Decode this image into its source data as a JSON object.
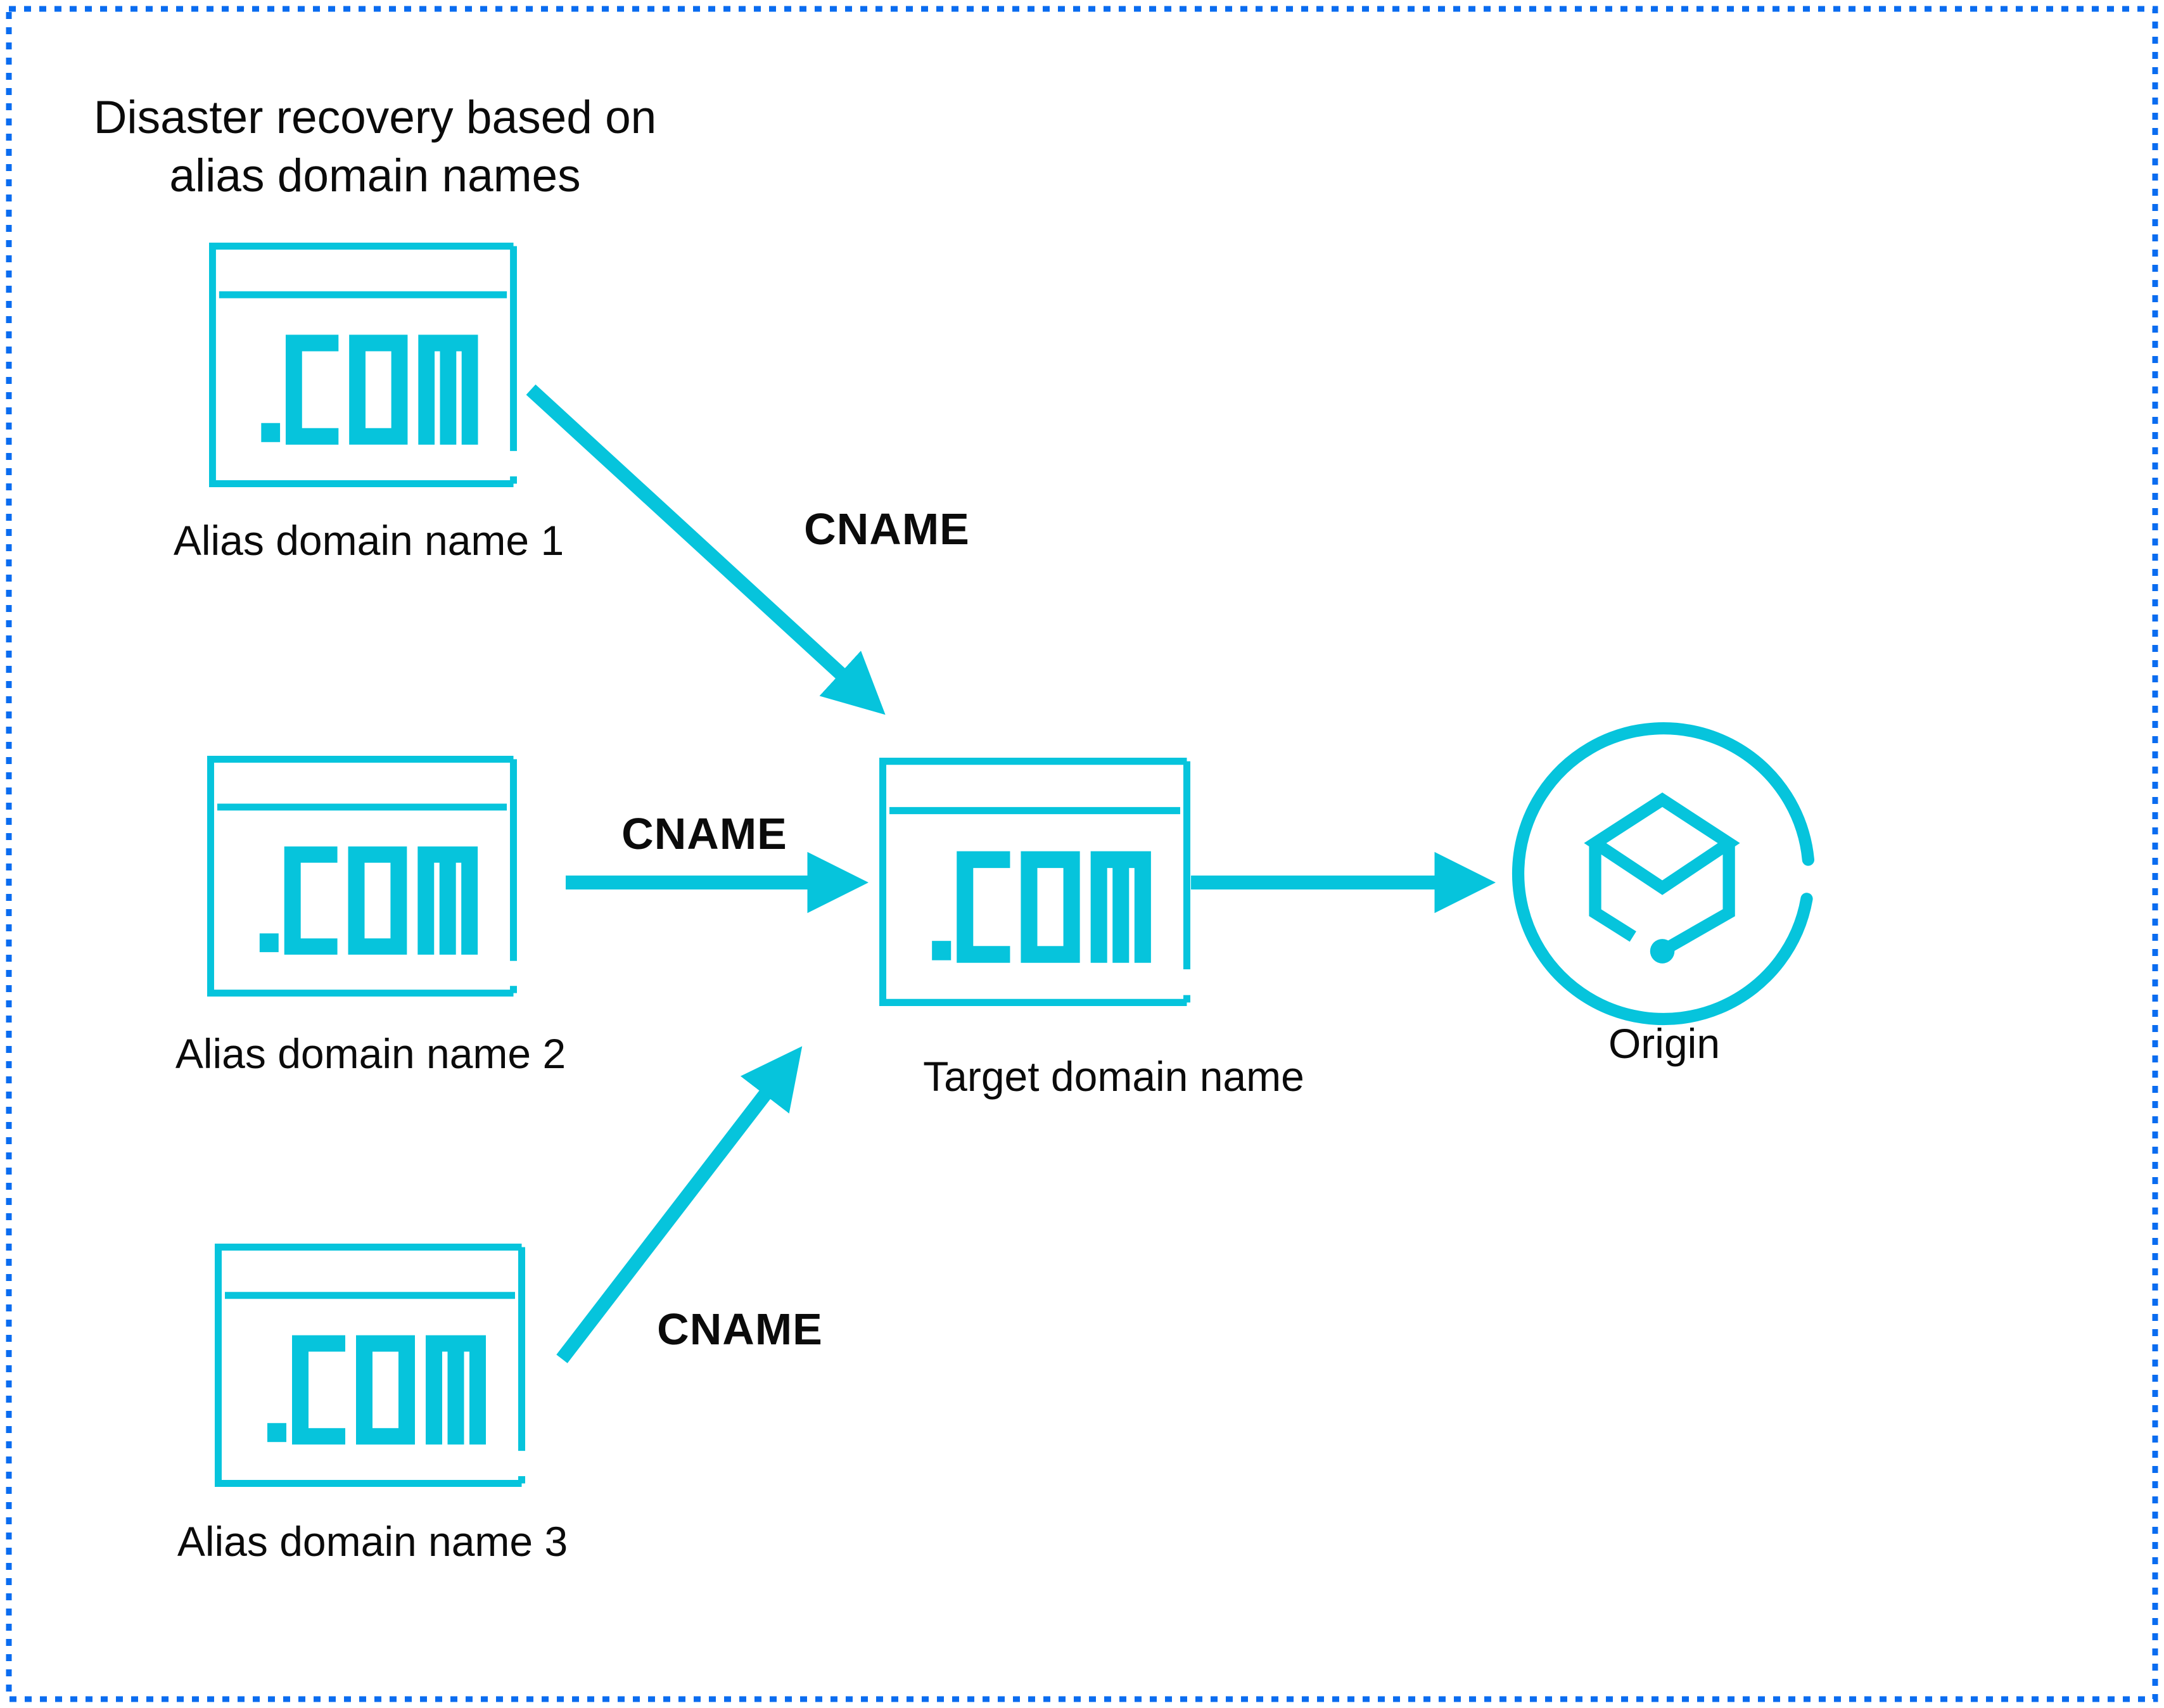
{
  "colors": {
    "accent_cyan": "#06C4DC",
    "selection_border_blue": "#0A6CF0",
    "text_black": "#0B0B0B",
    "background": "#FFFFFF"
  },
  "title": {
    "line1": "Disaster recovery based on",
    "line2": "alias domain names"
  },
  "nodes": {
    "alias1": {
      "label": "Alias domain name 1",
      "icon": "dotcom-browser-icon"
    },
    "alias2": {
      "label": "Alias domain name 2",
      "icon": "dotcom-browser-icon"
    },
    "alias3": {
      "label": "Alias domain name 3",
      "icon": "dotcom-browser-icon"
    },
    "target": {
      "label": "Target domain name",
      "icon": "dotcom-browser-icon"
    },
    "origin": {
      "label": "Origin",
      "icon": "origin-cube-circle-icon"
    }
  },
  "edges": {
    "cname1": {
      "label": "CNAME",
      "from": "alias1",
      "to": "target"
    },
    "cname2": {
      "label": "CNAME",
      "from": "alias2",
      "to": "target"
    },
    "cname3": {
      "label": "CNAME",
      "from": "alias3",
      "to": "target"
    },
    "target_to_origin": {
      "label": "",
      "from": "target",
      "to": "origin"
    }
  }
}
